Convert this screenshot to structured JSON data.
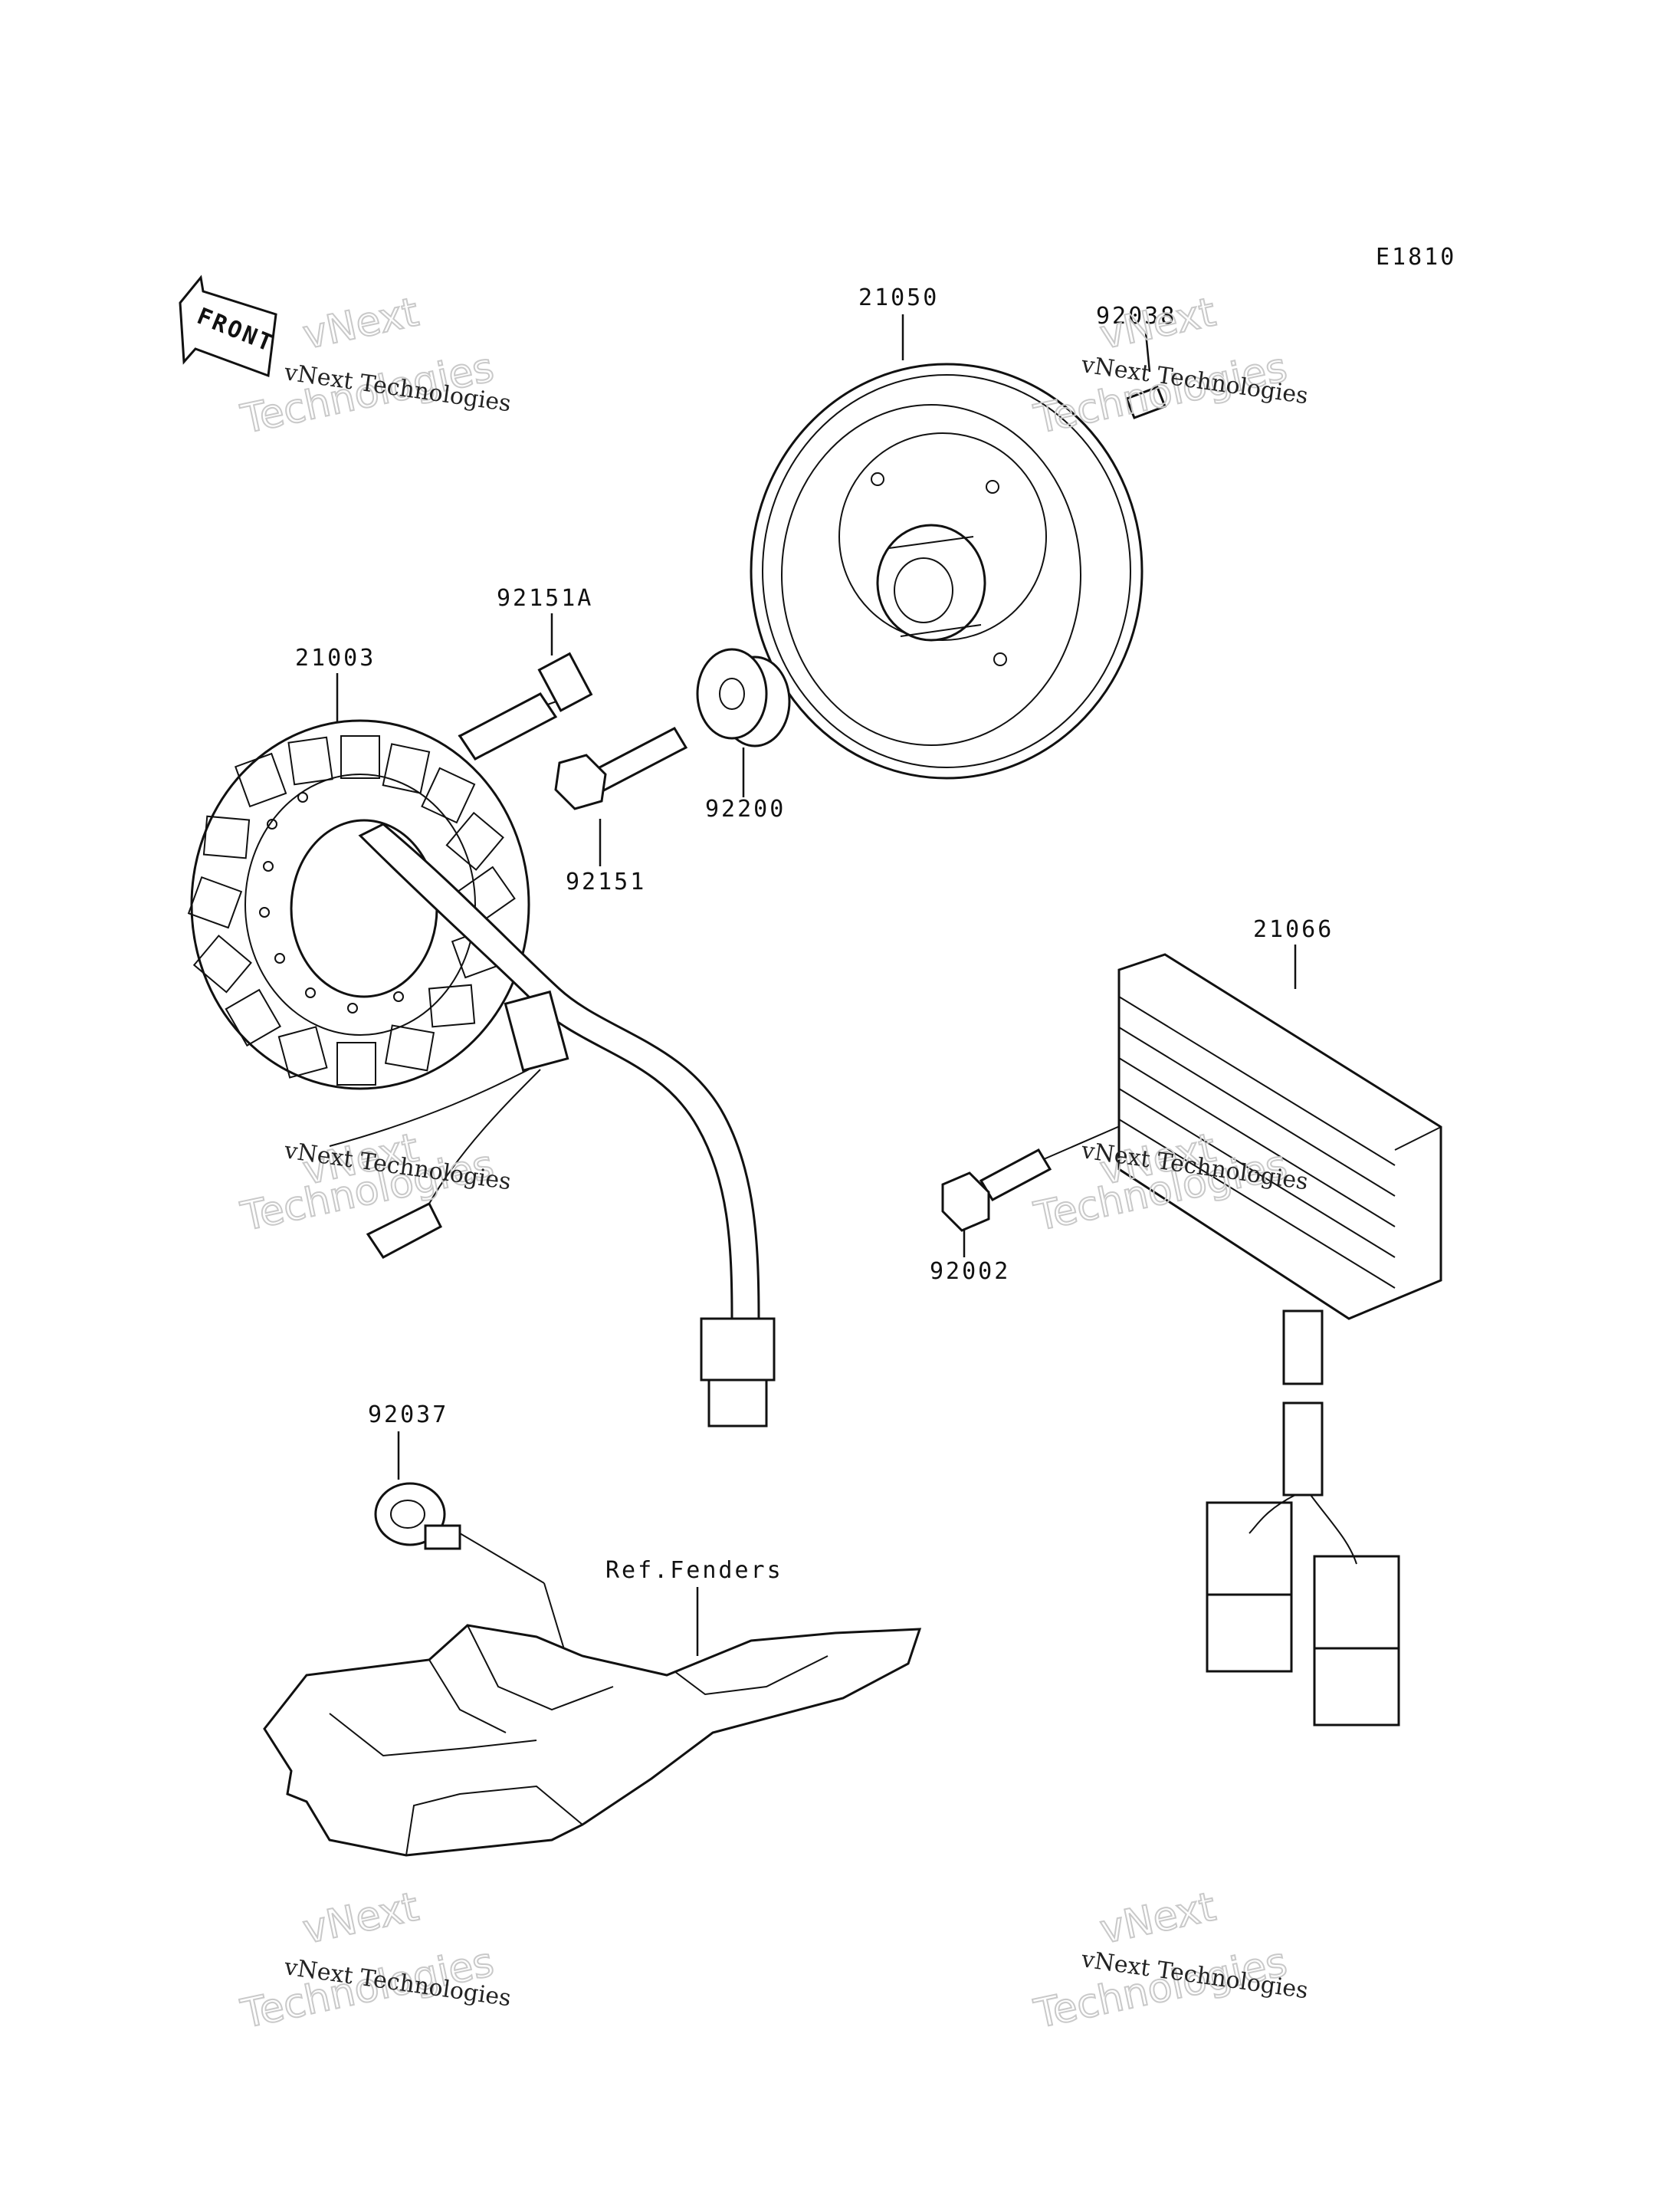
{
  "diagram_code": "E1810",
  "front_label": "FRONT",
  "parts": [
    {
      "id": "flywheel",
      "number": "21050"
    },
    {
      "id": "key",
      "number": "92038"
    },
    {
      "id": "bolt-a",
      "number": "92151A"
    },
    {
      "id": "stator",
      "number": "21003"
    },
    {
      "id": "bolt",
      "number": "92151"
    },
    {
      "id": "spacer",
      "number": "92200"
    },
    {
      "id": "regulator",
      "number": "21066"
    },
    {
      "id": "regulator-bolt",
      "number": "92002"
    },
    {
      "id": "clamp",
      "number": "92037"
    }
  ],
  "reference_label": "Ref.Fenders",
  "watermark": {
    "line1": "vNext Technologies",
    "big_top": "vNext",
    "big_bottom": "Technologies"
  }
}
